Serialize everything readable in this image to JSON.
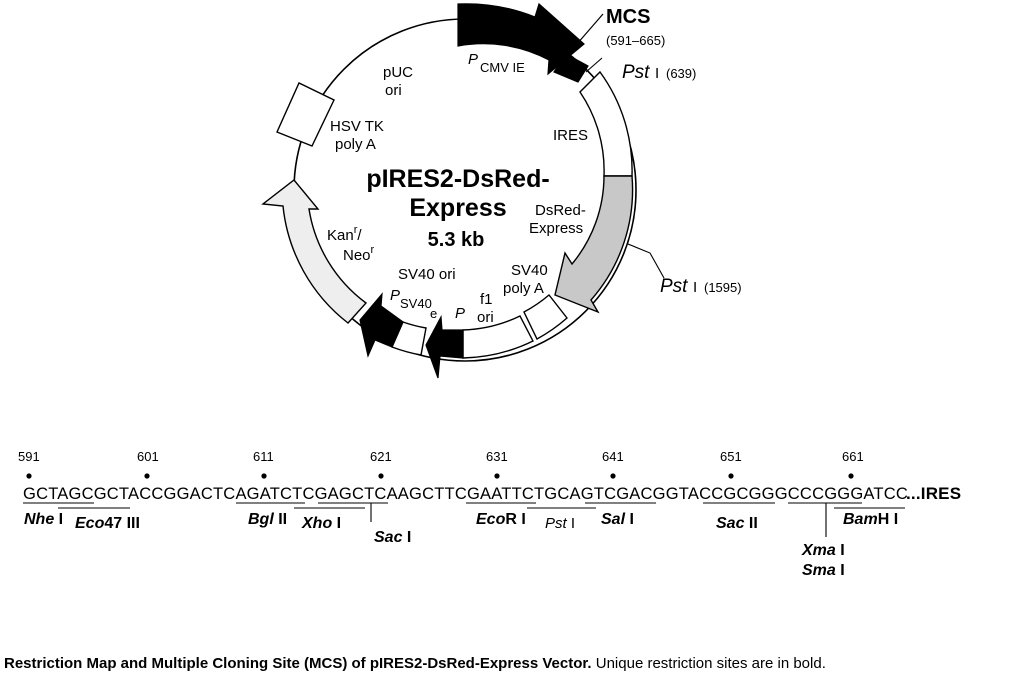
{
  "plasmid": {
    "name_line1": "pIRES2-DsRed-",
    "name_line2": "Express",
    "size": "5.3 kb"
  },
  "features": {
    "pcmv_p": "P",
    "pcmv_sub": "CMV IE",
    "mcs_label": "MCS",
    "mcs_range": "(591–665)",
    "pst1_name": "Pst",
    "pst1_roman": "I",
    "pst1_pos": "(639)",
    "ires": "IRES",
    "dsred_line1": "DsRed-",
    "dsred_line2": "Express",
    "pst2_name": "Pst",
    "pst2_roman": "I",
    "pst2_pos": "(1595)",
    "sv40polya_line1": "SV40",
    "sv40polya_line2": "poly A",
    "f1_line1": "f1",
    "f1_line2": "ori",
    "psv40_p": "P",
    "psv40_sub": "SV40",
    "psv40_e": "e",
    "sv40ori": "SV40 ori",
    "p_label": "P",
    "kan_line1": "Kan",
    "kan_sup1": "r",
    "kan_slash": "/",
    "kan_line2": "Neo",
    "kan_sup2": "r",
    "hsv_line1": "HSV TK",
    "hsv_line2": "poly A",
    "puc_line1": "pUC",
    "puc_line2": "ori"
  },
  "mcs_sequence": {
    "sequence": "GCTAGCGCTACCGGACTCAGATCTCGAGCTCAAGCTTCGAATTCTGCAGTCGACGGTACCGCGGGCCCGGGATCC",
    "suffix": "...IRES",
    "positions": [
      "591",
      "601",
      "611",
      "621",
      "631",
      "641",
      "651",
      "661"
    ],
    "enzymes": {
      "nhe": [
        "Nhe",
        " I"
      ],
      "eco47": [
        "Eco",
        "47 III"
      ],
      "bgl": [
        "Bgl",
        " II"
      ],
      "xho": [
        "Xho",
        " I"
      ],
      "sac": [
        "Sac",
        " I"
      ],
      "eco": [
        "Eco",
        "R I"
      ],
      "pst": [
        "Pst",
        " I"
      ],
      "sal": [
        "Sal",
        " I"
      ],
      "sac2": [
        "Sac",
        " II"
      ],
      "bam": [
        "Bam",
        "H I"
      ],
      "xma": [
        "Xma",
        " I"
      ],
      "sma": [
        "Sma",
        " I"
      ]
    }
  },
  "caption": {
    "bold": "Restriction Map and Multiple Cloning Site (MCS) of pIRES2-DsRed-Express Vector.",
    "normal": " Unique restriction sites are in bold."
  },
  "colors": {
    "promoter": "#000000",
    "dsred": "#c8c8c8",
    "kan": "#eeeeee",
    "outline": "#000000"
  }
}
